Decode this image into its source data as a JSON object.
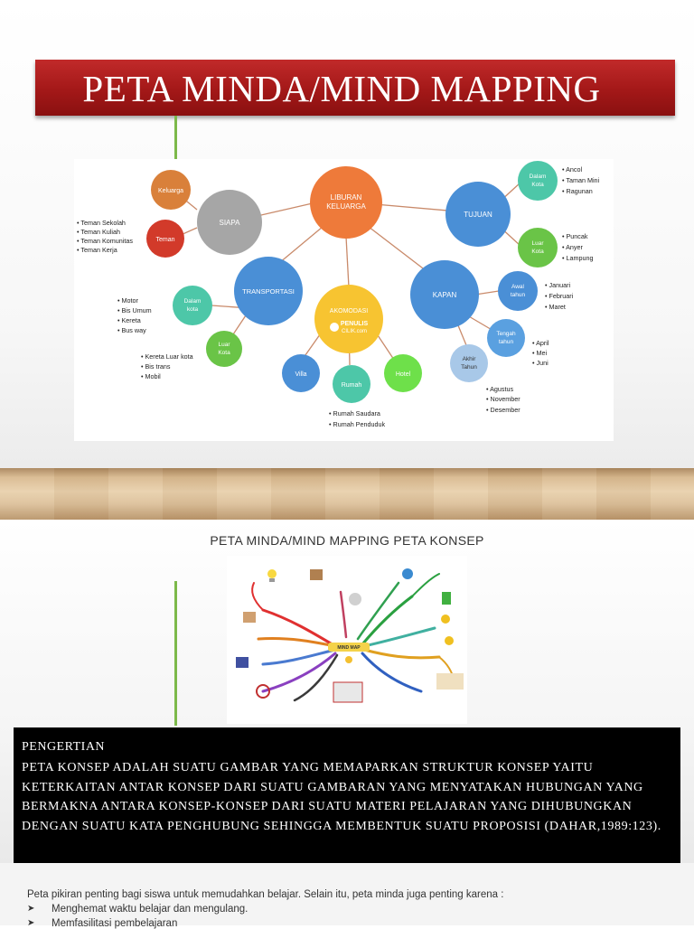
{
  "slide1": {
    "title": "PETA MINDA/MIND MAPPING",
    "mindmap": {
      "center": {
        "line1": "LIBURAN",
        "line2": "KELUARGA"
      },
      "siapa": "SIAPA",
      "keluarga": "Keluarga",
      "teman": "Teman",
      "teman_list": [
        "Teman Sekolah",
        "Teman Kuliah",
        "Teman Komunitas",
        "Teman Kerja"
      ],
      "tujuan": "TUJUAN",
      "dalam_kota": {
        "line1": "Dalam",
        "line2": "Kota"
      },
      "dalam_kota_list": [
        "Ancol",
        "Taman Mini",
        "Ragunan"
      ],
      "luar_kota": {
        "line1": "Luar",
        "line2": "Kota"
      },
      "luar_kota_list": [
        "Puncak",
        "Anyer",
        "Lampung"
      ],
      "transportasi": "TRANSPORTASI",
      "trans_dalam_kota": {
        "line1": "Dalam",
        "line2": "kota"
      },
      "trans_dalam_list": [
        "Motor",
        "Bis Umum",
        "Kereta",
        "Bus way"
      ],
      "trans_luar_kota": {
        "line1": "Luar",
        "line2": "Kota"
      },
      "trans_luar_list": [
        "Kereta Luar kota",
        "Bis trans",
        "Mobil"
      ],
      "akomodasi": "AKOMODASI",
      "akomodasi_logo_line1": "PENULIS",
      "akomodasi_logo_line2": "CILIK.com",
      "villa": "Villa",
      "rumah": "Rumah",
      "hotel": "Hotel",
      "rumah_list": [
        "Rumah Saudara",
        "Rumah Penduduk"
      ],
      "kapan": "KAPAN",
      "awal_tahun": {
        "line1": "Awal",
        "line2": "tahun"
      },
      "awal_list": [
        "Januari",
        "Februari",
        "Maret"
      ],
      "tengah_tahun": {
        "line1": "Tengah",
        "line2": "tahun"
      },
      "tengah_list": [
        "April",
        "Mei",
        "Juni"
      ],
      "akhir_tahun": {
        "line1": "Akhir",
        "line2": "Tahun"
      },
      "akhir_list": [
        "Agustus",
        "November",
        "Desember"
      ]
    }
  },
  "slide2": {
    "subtitle": "PETA MINDA/MIND MAPPING PETA KONSEP",
    "mindmap_center": "MIND MAP",
    "definition_heading": "PENGERTIAN",
    "definition_text": "PETA KONSEP ADALAH SUATU GAMBAR YANG MEMAPARKAN STRUKTUR KONSEP YAITU KETERKAITAN ANTAR KONSEP DARI SUATU GAMBARAN YANG MENYATAKAN HUBUNGAN YANG BERMAKNA ANTARA KONSEP-KONSEP DARI SUATU MATERI PELAJARAN YANG DIHUBUNGKAN DENGAN SUATU KATA PENGHUBUNG SEHINGGA MEMBENTUK SUATU PROPOSISI (DAHAR,1989:123)."
  },
  "slide3": {
    "intro": "Peta pikiran penting bagi siswa untuk memudahkan belajar. Selain itu, peta minda juga penting karena :",
    "bullets": [
      "Menghemat waktu belajar dan mengulang.",
      "Memfasilitasi pembelajaran"
    ]
  },
  "colors": {
    "title_bar": "#a31818",
    "accent_green": "#7cb94a",
    "center_node": "#ee7a3a",
    "siapa_node": "#a6a6a6",
    "blue_node": "#4a8fd6",
    "teal_node": "#4dc7a8",
    "green_node": "#6ac447",
    "yellow_node": "#f7c431",
    "light_blue_node": "#a8c8e8",
    "definition_box": "#000000"
  }
}
